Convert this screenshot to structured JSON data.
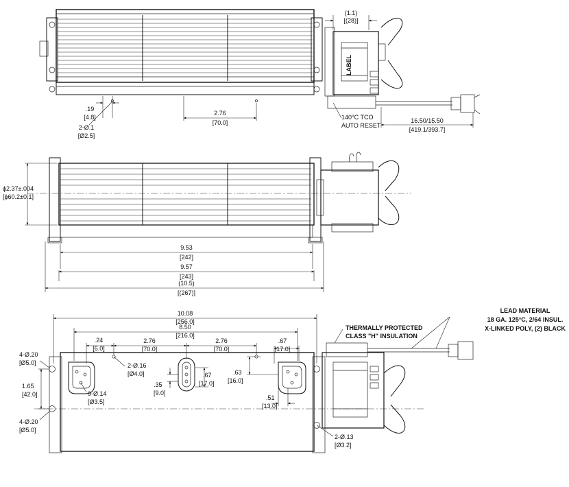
{
  "top_view": {
    "dim_tco": [
      "(1.1)",
      "[(28)]"
    ],
    "label_text": "LABEL",
    "dim_hole_offset": [
      ".19",
      "[4.8]"
    ],
    "dim_hole": [
      "2-Ø.1",
      "[Ø2.5]"
    ],
    "dim_hole_pitch": [
      "2.76",
      "[70.0]"
    ],
    "tco_note": [
      "140°C TCO",
      "AUTO RESET"
    ],
    "dim_lead": [
      "16.50/15.50",
      "[419.1/393.7]"
    ]
  },
  "front_view": {
    "dim_diameter": [
      "ϕ2.37±.004",
      "[ϕ60.2±0.1]"
    ],
    "dim_953": [
      "9.53",
      "[242]"
    ],
    "dim_957": [
      "9.57",
      "[243]"
    ],
    "dim_overall": [
      "(10.5)",
      "[(267)]"
    ]
  },
  "bottom_view": {
    "dim_1008": [
      "10.08",
      "[256.0]"
    ],
    "dim_850": [
      "8.50",
      "[216.0]"
    ],
    "dim_24": [
      ".24",
      "[6.0]"
    ],
    "dim_276a": [
      "2.76",
      "[70.0]"
    ],
    "dim_276b": [
      "2.76",
      "[70.0]"
    ],
    "dim_67": [
      ".67",
      "[17.0]"
    ],
    "dim_mount_top": [
      "4-Ø.20",
      "[Ø5.0]"
    ],
    "dim_hole16": [
      "2-Ø.16",
      "[Ø4.0]"
    ],
    "dim_63": [
      ".63",
      "[16.0]"
    ],
    "dim_165": [
      "1.65",
      "[42.0]"
    ],
    "dim_35": [
      ".35",
      "[9.0]"
    ],
    "dim_67b": [
      ".67",
      "[17.0]"
    ],
    "dim_hole14": [
      "9-Ø.14",
      "[Ø3.5]"
    ],
    "dim_51": [
      ".51",
      "[13.0]"
    ],
    "dim_mount_bot": [
      "4-Ø.20",
      "[Ø5.0]"
    ],
    "dim_hole13": [
      "2-Ø.13",
      "[Ø3.2]"
    ],
    "thermal_note": [
      "THERMALLY PROTECTED",
      "CLASS \"H\" INSULATION"
    ],
    "lead_note": [
      "LEAD MATERIAL",
      "18 GA. 125°C, 2/64 INSUL.",
      "X-LINKED POLY, (2) BLACK"
    ]
  }
}
